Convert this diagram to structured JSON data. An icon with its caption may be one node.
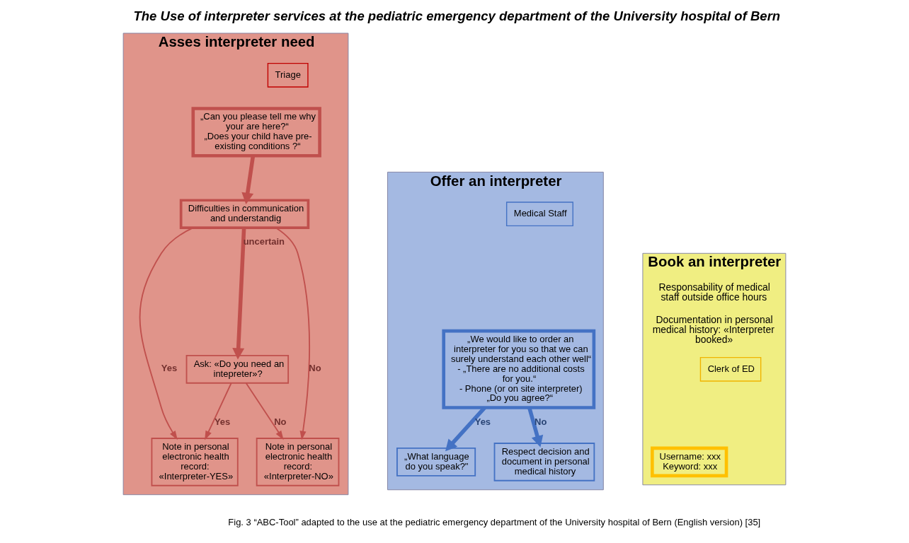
{
  "diagram": {
    "title": "The Use of interpreter services at the pediatric emergency department of the University hospital of Bern",
    "caption": "Fig. 3 “ABC-Tool” adapted to the use at the pediatric emergency department of the University hospital of Bern (English version) [35]",
    "nodes": [
      {
        "text": [
          "Asses interpreter need"
        ]
      },
      {
        "text": [
          "Triage"
        ],
        "in": 0
      },
      {
        "text": [
          "„Can you please tell me why your are here?“",
          "„Does your child have pre-existing conditions ?“"
        ],
        "in": 0
      },
      {
        "text": [
          "Difficulties in communication and understandig"
        ],
        "in": 0
      },
      {
        "text": [
          "Ask: «Do you need an intepreter»?"
        ],
        "in": 0
      },
      {
        "text": [
          "Note in personal electronic health record: «Interpreter-YES»"
        ],
        "in": 0
      },
      {
        "text": [
          "Note in personal electronic health record: «Interpreter-NO»"
        ],
        "in": 0
      },
      {
        "text": [
          "Offer an interpreter"
        ]
      },
      {
        "text": [
          "Medical Staff"
        ],
        "in": 7
      },
      {
        "text": [
          "„We would like to order an interpreter for you so that we can surely understand each other well“",
          "- „There are no additional costs for you.“",
          "- Phone (or on site interpreter)",
          "„Do you agree?“"
        ],
        "in": 7
      },
      {
        "text": [
          "„What language do you speak?\""
        ],
        "in": 7
      },
      {
        "text": [
          "Respect decision and document in personal medical history"
        ],
        "in": 7
      },
      {
        "text": [
          "Book an interpreter",
          "Responsability of medical staff outside office hours",
          "Documentation in personal medical history: «Interpreter booked»"
        ]
      },
      {
        "text": [
          "Clerk of ED"
        ],
        "in": 12
      },
      {
        "text": [
          "Username: xxx",
          "Keyword: xxx"
        ],
        "in": 12
      }
    ],
    "edges": [
      {
        "from": 2,
        "to": 3,
        "arrow": "to",
        "style": "thick"
      },
      {
        "from": 3,
        "to": 4,
        "arrow": "to",
        "label": "uncertain",
        "style": "thick"
      },
      {
        "from": 3,
        "to": 5,
        "arrow": "to",
        "label": "Yes"
      },
      {
        "from": 3,
        "to": 6,
        "arrow": "to",
        "label": "No"
      },
      {
        "from": 4,
        "to": 5,
        "arrow": "to",
        "label": "Yes"
      },
      {
        "from": 4,
        "to": 6,
        "arrow": "to",
        "label": "No"
      },
      {
        "from": 9,
        "to": 10,
        "arrow": "to",
        "label": "Yes",
        "style": "thick",
        "color": "#4472c4"
      },
      {
        "from": 9,
        "to": 11,
        "arrow": "to",
        "label": "No",
        "style": "thick",
        "color": "#4472c4"
      }
    ]
  }
}
